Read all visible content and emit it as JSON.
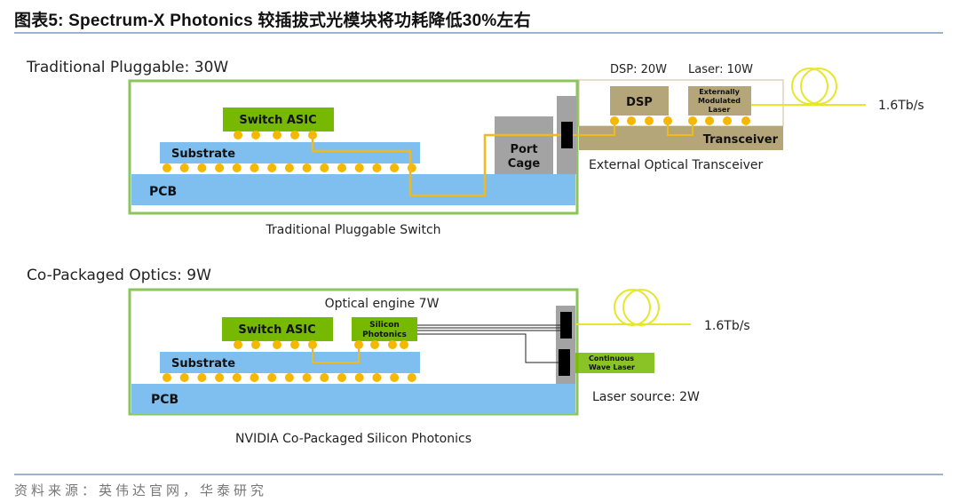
{
  "header": {
    "title": "图表5:  Spectrum-X Photonics 较插拔式光模块将功耗降低30%左右"
  },
  "footer": {
    "source": "资料来源：英伟达官网，华泰研究"
  },
  "colors": {
    "green_border": "#8cc65a",
    "green_chip": "#76b900",
    "blue_substrate": "#7ebff0",
    "solder_ball": "#f5b800",
    "trace": "#f2b81c",
    "gray_cage": "#a3a3a3",
    "connector": "#000000",
    "transceiver_brown": "#b5a679",
    "fiber": "#e6e62e"
  },
  "traditional": {
    "heading": "Traditional Pluggable: 30W",
    "caption": "Traditional Pluggable Switch",
    "switch_asic": "Switch ASIC",
    "substrate": "Substrate",
    "pcb": "PCB",
    "port_cage": [
      "Port",
      "Cage"
    ],
    "transceiver": {
      "dsp_power": "DSP: 20W",
      "laser_power": "Laser: 10W",
      "dsp": "DSP",
      "laser": [
        "Externally",
        "Modulated",
        "Laser"
      ],
      "body": "Transceiver",
      "caption": "External Optical Transceiver"
    },
    "bandwidth": "1.6Tb/s"
  },
  "cpo": {
    "heading": "Co-Packaged Optics: 9W",
    "optical_engine": "Optical engine 7W",
    "switch_asic": "Switch ASIC",
    "silicon_photonics": [
      "Silicon",
      "Photonics"
    ],
    "substrate": "Substrate",
    "pcb": "PCB",
    "cw_laser": [
      "Continuous",
      "Wave Laser"
    ],
    "laser_source": "Laser source: 2W",
    "bandwidth": "1.6Tb/s",
    "caption": "NVIDIA Co-Packaged Silicon Photonics"
  }
}
